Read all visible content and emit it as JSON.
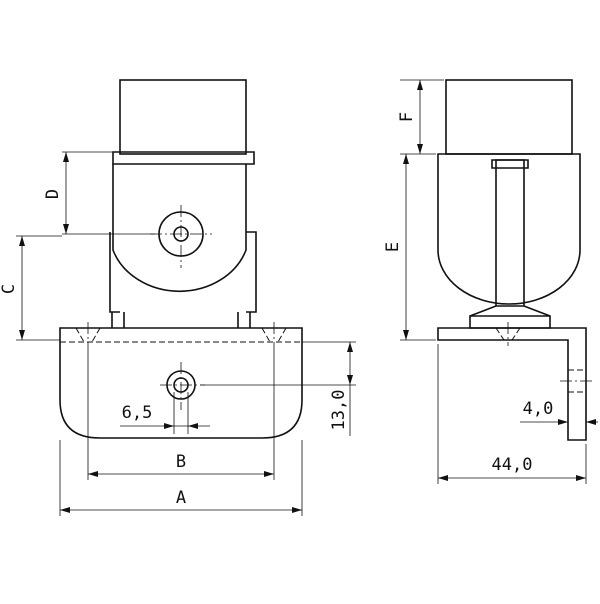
{
  "dimensions": {
    "A": "A",
    "B": "B",
    "C": "C",
    "D": "D",
    "E": "E",
    "F": "F",
    "hole_diameter": "6,5",
    "hole_height": "13,0",
    "plate_thickness": "4,0",
    "side_depth": "44,0"
  }
}
